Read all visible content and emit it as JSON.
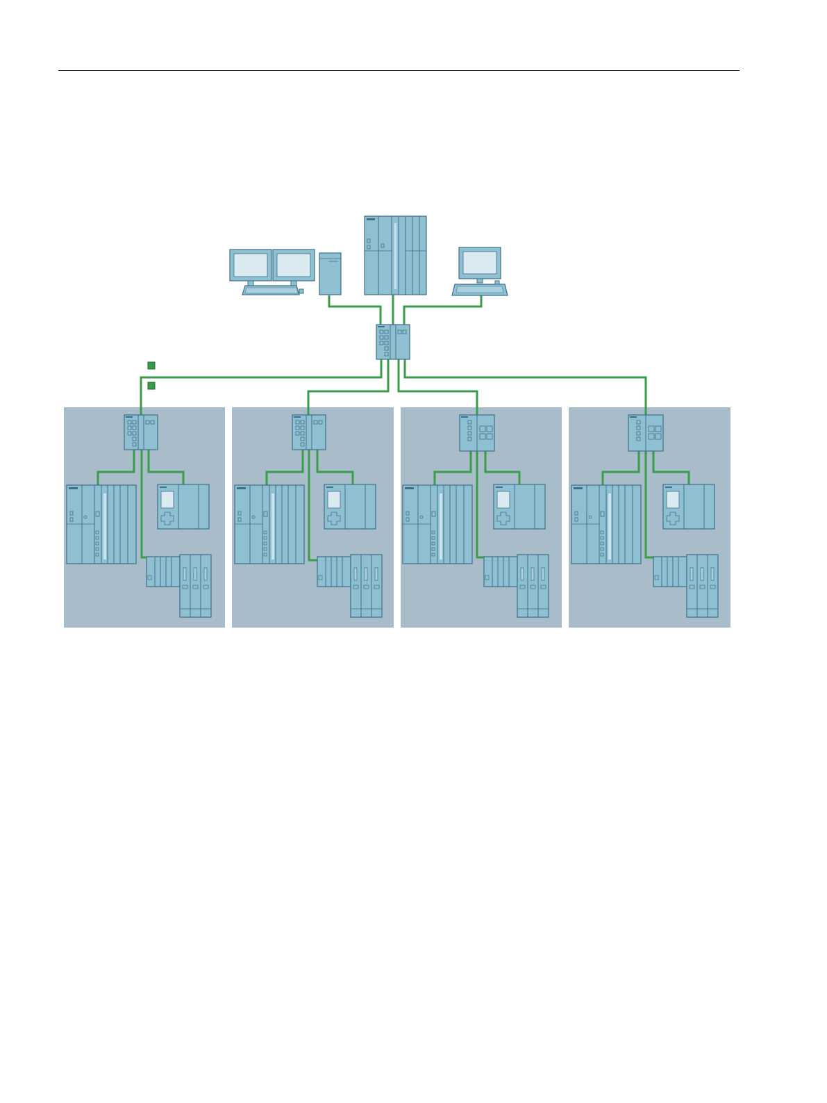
{
  "colors": {
    "network_line": "#3a9c4a",
    "cell_background": "#a9bcc9",
    "device_fill": "#8fc0d2",
    "device_fill_light": "#a8d0dd",
    "device_stroke": "#3e6f8a",
    "screen_fill": "#dbeaf0",
    "legend_square": "#3a9c4a"
  },
  "legend": {
    "items": [
      {
        "name": "legend-marker-1",
        "icon": "green-square-icon",
        "label": ""
      },
      {
        "name": "legend-marker-2",
        "icon": "green-square-icon",
        "label": ""
      }
    ]
  },
  "top_level": {
    "devices": [
      {
        "name": "engineering-station",
        "icon": "dual-monitor-workstation-icon"
      },
      {
        "name": "server-tower",
        "icon": "pc-tower-icon"
      },
      {
        "name": "central-controller-rack",
        "icon": "plc-rack-icon"
      },
      {
        "name": "operator-station",
        "icon": "laptop-workstation-icon"
      }
    ],
    "switch": {
      "name": "backbone-switch",
      "icon": "industrial-switch-icon"
    }
  },
  "cells": [
    {
      "name": "cell-1",
      "switch_icon": "industrial-switch-icon",
      "devices": [
        "plc-rack-icon",
        "hmi-panel-icon",
        "drive-system-icon"
      ]
    },
    {
      "name": "cell-2",
      "switch_icon": "industrial-switch-icon",
      "devices": [
        "plc-rack-icon",
        "hmi-panel-icon",
        "drive-system-icon"
      ]
    },
    {
      "name": "cell-3",
      "switch_icon": "compact-switch-icon",
      "devices": [
        "plc-rack-icon",
        "hmi-panel-icon",
        "drive-system-icon"
      ]
    },
    {
      "name": "cell-4",
      "switch_icon": "compact-switch-icon",
      "devices": [
        "plc-rack-icon",
        "hmi-panel-icon",
        "drive-system-icon"
      ]
    }
  ]
}
